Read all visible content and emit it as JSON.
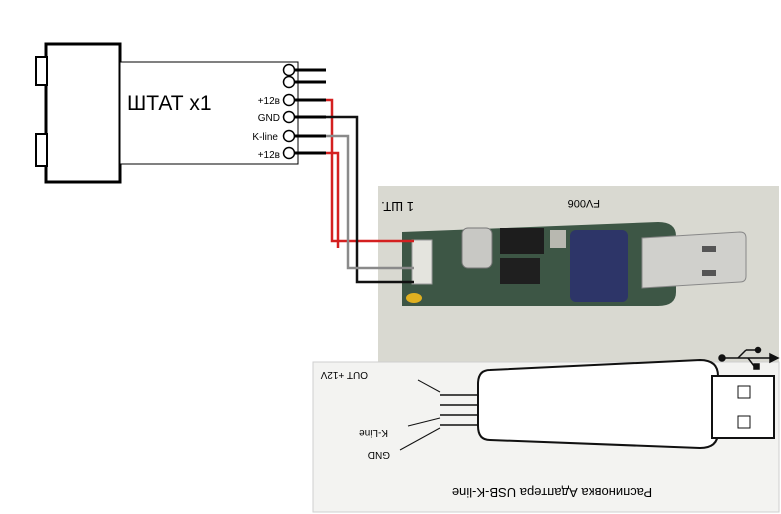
{
  "connector": {
    "title": "ШТАТ х1",
    "pins": [
      "",
      "",
      "+12в",
      "GND",
      "K-line",
      "+12в"
    ]
  },
  "board": {
    "top_text": "1 ШТ.",
    "part_text": "FV006"
  },
  "pinout": {
    "caption": "Распиновка Адаптера USB-K-line",
    "label_out": "OUT +12V",
    "label_kline": "K-Line",
    "label_gnd": "GND",
    "usb_symbol": "usb-symbol"
  },
  "colors": {
    "wire_red": "#d42020",
    "wire_black": "#111111",
    "wire_gray": "#8a8a8a",
    "board_green": "#3f5a47",
    "photo_bg": "#dcdcd4"
  }
}
